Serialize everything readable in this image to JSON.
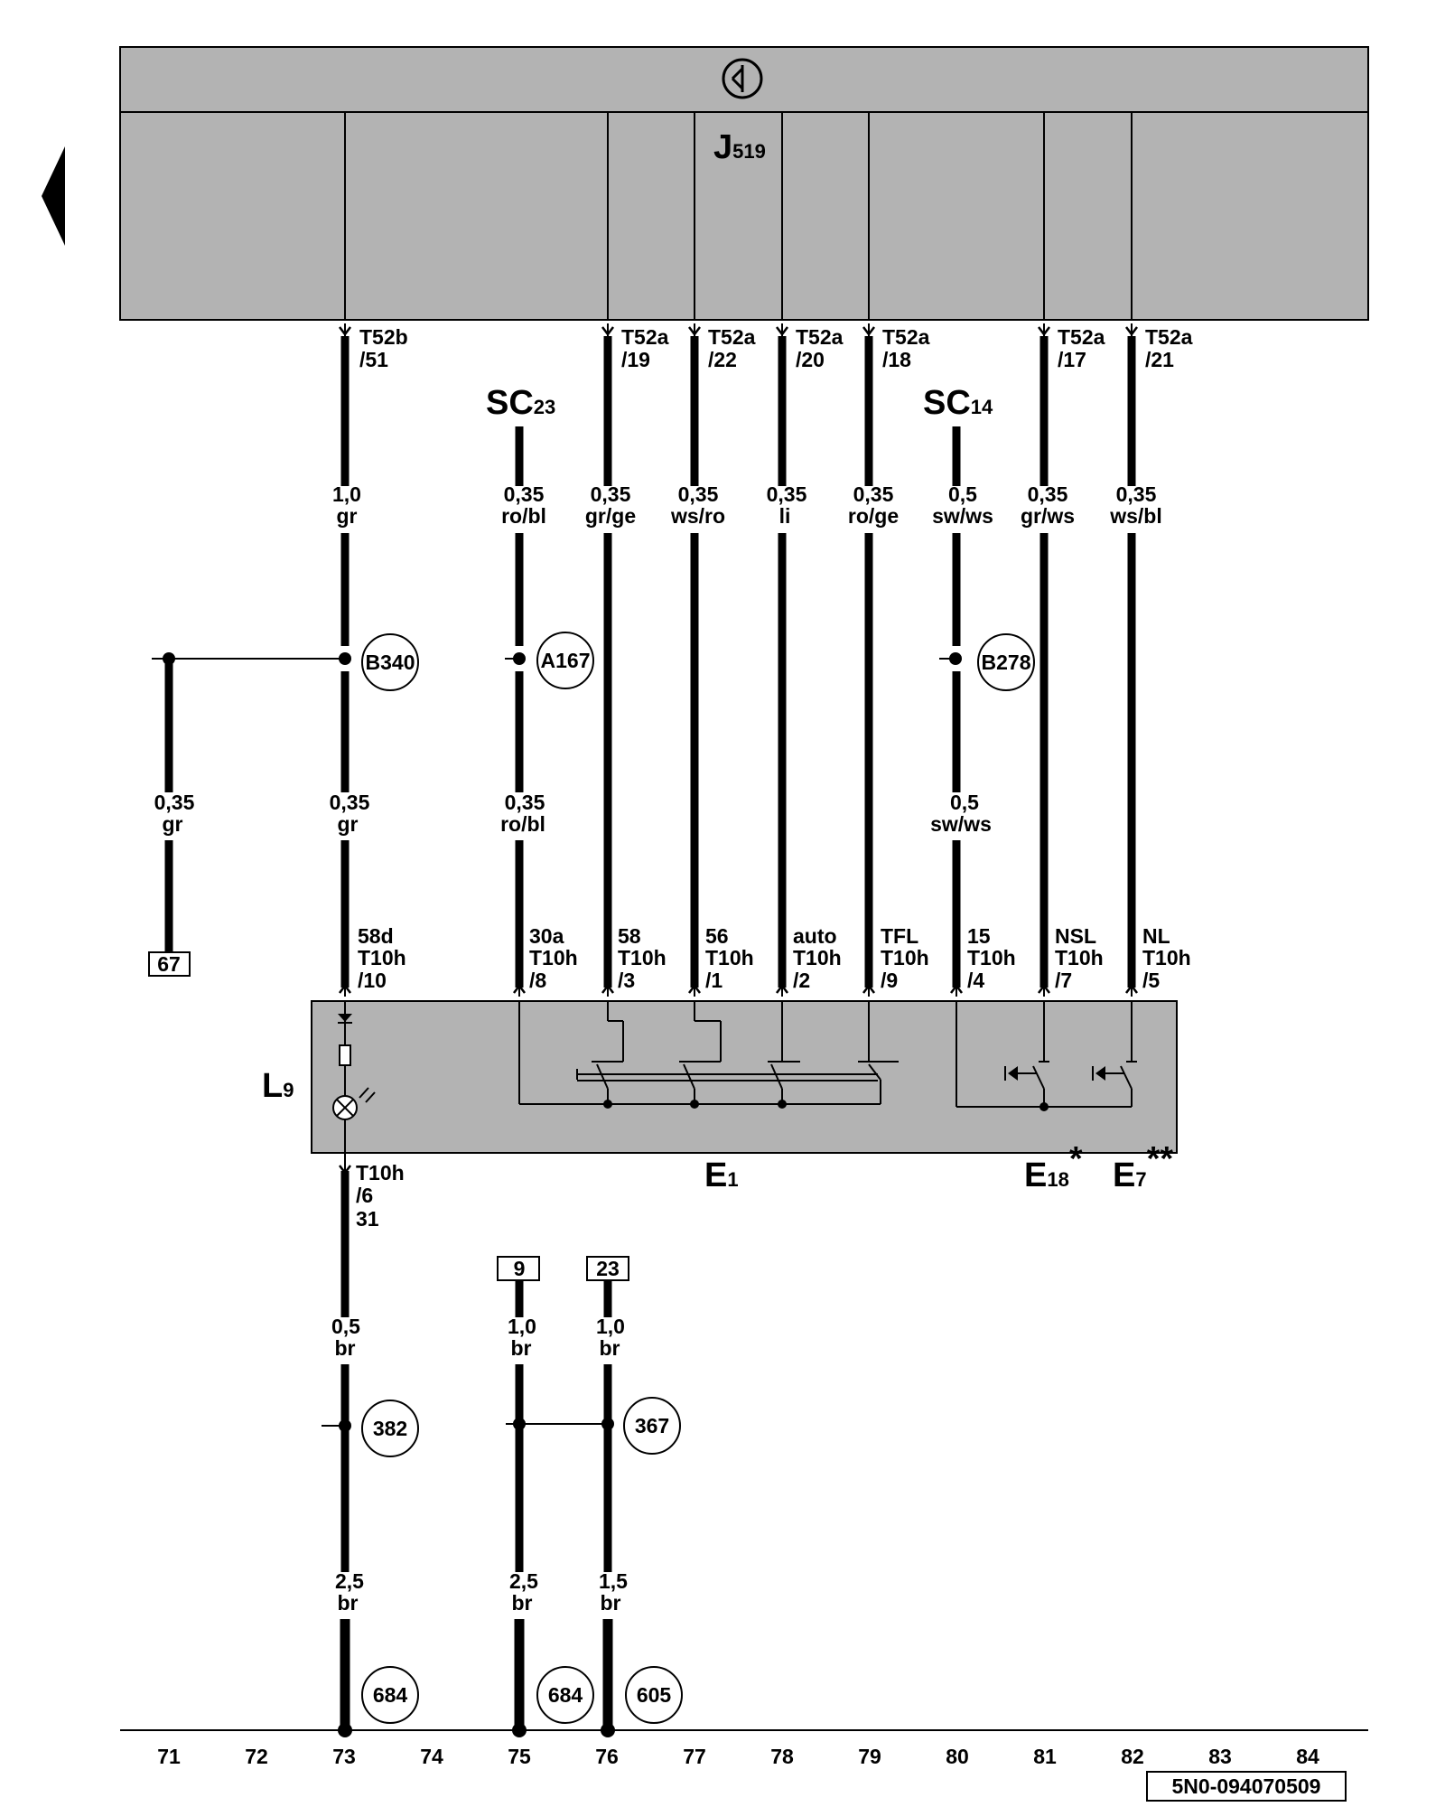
{
  "control_unit": {
    "name": "J",
    "sub": "519"
  },
  "ground_symbol": "ground-icon",
  "connectors_top": [
    {
      "pin": "T52b",
      "num": "/51"
    },
    {
      "pin": "T52a",
      "num": "/19"
    },
    {
      "pin": "T52a",
      "num": "/22"
    },
    {
      "pin": "T52a",
      "num": "/20"
    },
    {
      "pin": "T52a",
      "num": "/18"
    },
    {
      "pin": "T52a",
      "num": "/17"
    },
    {
      "pin": "T52a",
      "num": "/21"
    }
  ],
  "sc_labels": [
    {
      "name": "SC",
      "sub": "23"
    },
    {
      "name": "SC",
      "sub": "14"
    }
  ],
  "wires_upper": [
    {
      "gauge": "1,0",
      "color": "gr"
    },
    {
      "gauge": "0,35",
      "color": "ro/bl"
    },
    {
      "gauge": "0,35",
      "color": "gr/ge"
    },
    {
      "gauge": "0,35",
      "color": "ws/ro"
    },
    {
      "gauge": "0,35",
      "color": "li"
    },
    {
      "gauge": "0,35",
      "color": "ro/ge"
    },
    {
      "gauge": "0,5",
      "color": "sw/ws"
    },
    {
      "gauge": "0,35",
      "color": "gr/ws"
    },
    {
      "gauge": "0,35",
      "color": "ws/bl"
    }
  ],
  "splice_labels": [
    "B340",
    "A167",
    "B278"
  ],
  "wires_mid": [
    {
      "gauge": "0,35",
      "color": "gr"
    },
    {
      "gauge": "0,35",
      "color": "gr"
    },
    {
      "gauge": "0,35",
      "color": "ro/bl"
    },
    {
      "gauge": "0,5",
      "color": "sw/ws"
    }
  ],
  "ref_boxes": [
    "67",
    "9",
    "23"
  ],
  "terminals": [
    {
      "term": "58d",
      "pin": "T10h",
      "num": "/10"
    },
    {
      "term": "30a",
      "pin": "T10h",
      "num": "/8"
    },
    {
      "term": "58",
      "pin": "T10h",
      "num": "/3"
    },
    {
      "term": "56",
      "pin": "T10h",
      "num": "/1"
    },
    {
      "term": "auto",
      "pin": "T10h",
      "num": "/2"
    },
    {
      "term": "TFL",
      "pin": "T10h",
      "num": "/9"
    },
    {
      "term": "15",
      "pin": "T10h",
      "num": "/4"
    },
    {
      "term": "NSL",
      "pin": "T10h",
      "num": "/7"
    },
    {
      "term": "NL",
      "pin": "T10h",
      "num": "/5"
    }
  ],
  "components": {
    "L9": {
      "name": "L",
      "sub": "9"
    },
    "E1": {
      "name": "E",
      "sub": "1"
    },
    "E18": {
      "name": "E",
      "sub": "18",
      "mark": "*"
    },
    "E7": {
      "name": "E",
      "sub": "7",
      "mark": "**"
    }
  },
  "bottom_conn": {
    "pin": "T10h",
    "num": "/6",
    "term": "31"
  },
  "wires_lower": [
    {
      "gauge": "0,5",
      "color": "br"
    },
    {
      "gauge": "1,0",
      "color": "br"
    },
    {
      "gauge": "1,0",
      "color": "br"
    },
    {
      "gauge": "2,5",
      "color": "br"
    },
    {
      "gauge": "2,5",
      "color": "br"
    },
    {
      "gauge": "1,5",
      "color": "br"
    }
  ],
  "ground_circles": [
    "382",
    "367",
    "684",
    "684",
    "605"
  ],
  "scale": [
    "71",
    "72",
    "73",
    "74",
    "75",
    "76",
    "77",
    "78",
    "79",
    "80",
    "81",
    "82",
    "83",
    "84"
  ],
  "doc_id": "5N0-094070509",
  "colors": {
    "unit_fill": "#b3b3b3",
    "component_fill": "#b3b3b3",
    "wire": "#000000"
  }
}
